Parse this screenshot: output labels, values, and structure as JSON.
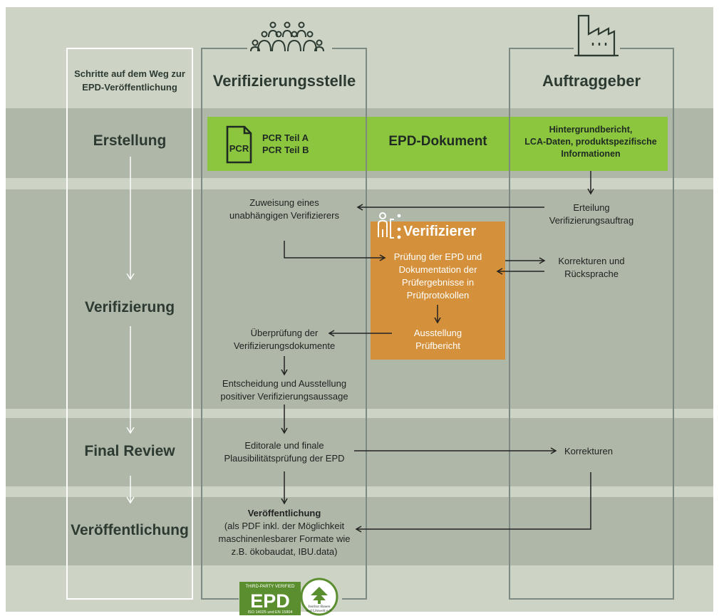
{
  "columns": {
    "left_heading": [
      "Schritte auf dem Weg zur",
      "EPD-Veröffentlichung"
    ],
    "center_heading": "Verifizierungsstelle",
    "right_heading": "Auftraggeber"
  },
  "stages": {
    "erstellung": "Erstellung",
    "verifizierung": "Verifizierung",
    "final_review": "Final Review",
    "veroeffentlichung": "Veröffentlichung"
  },
  "erstellung": {
    "pcr_icon_label": "PCR",
    "pcr_a": "PCR Teil A",
    "pcr_b": "PCR Teil B",
    "epd_document": "EPD-Dokument",
    "client_docs": [
      "Hintergrundbericht,",
      "LCA-Daten, produktspezifische",
      "Informationen"
    ]
  },
  "verifizierung": {
    "zuweisung": [
      "Zuweisung eines",
      "unabhängigen Verifizierers"
    ],
    "erteilung": [
      "Erteilung",
      "Verifizierungsauftrag"
    ],
    "verifier_title": "Verifizierer",
    "pruefung": [
      "Prüfung der EPD und",
      "Dokumentation der",
      "Prüfergebnisse in",
      "Prüfprotokollen"
    ],
    "korrekturen_rueck": [
      "Korrekturen und",
      "Rücksprache"
    ],
    "ausstellung": [
      "Ausstellung",
      "Prüfbericht"
    ],
    "ueberpruefung": [
      "Überprüfung der",
      "Verifizierungsdokumente"
    ],
    "entscheidung": [
      "Entscheidung und Ausstellung",
      "positiver Verifizierungsaussage"
    ]
  },
  "final_review": {
    "editorial": [
      "Editorale und finale",
      "Plausibilitätsprüfung der EPD"
    ],
    "korrekturen": "Korrekturen"
  },
  "veroeffentlichung": {
    "title": "Veröffentlichung",
    "details": [
      "(als PDF inkl. der Möglichkeit",
      "maschinenlesbarer Formate wie",
      "z.B. ökobaudat, IBU.data)"
    ]
  },
  "badge": {
    "top_text": "THIRD-PARTY VERIFIED",
    "epd": "EPD",
    "bottom_text": "ISO 14025 und EN 15804",
    "seal_text": [
      "Institut Bauen",
      "und Umwelt e.V."
    ]
  },
  "colors": {
    "band_light": "#cdd4c5",
    "band_dark": "#afb8a8",
    "green": "#8cc63f",
    "orange": "#d4903a",
    "column_line": "#7d8a83",
    "white": "#ffffff"
  }
}
